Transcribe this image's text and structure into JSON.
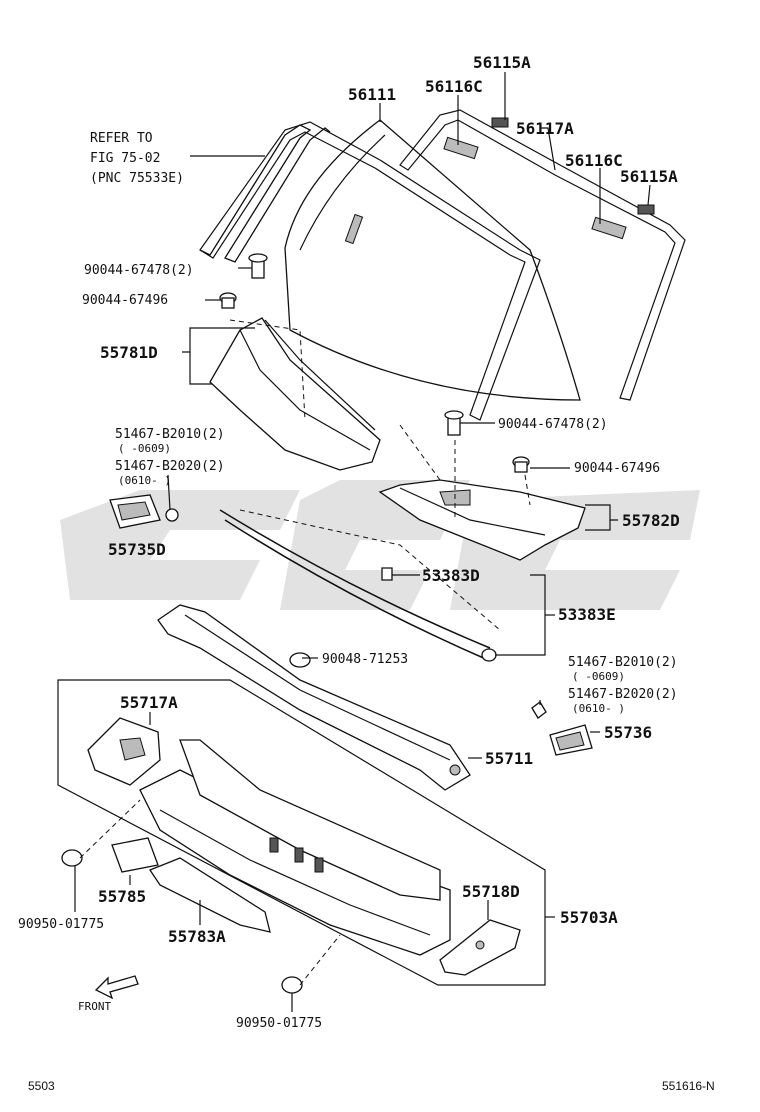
{
  "labels": {
    "refer_line1": "REFER TO",
    "refer_line2": "FIG 75-02",
    "refer_line3": "(PNC 75533E)",
    "p56111": "56111",
    "p56116C_a": "56116C",
    "p56115A_a": "56115A",
    "p56117A": "56117A",
    "p56116C_b": "56116C",
    "p56115A_b": "56115A",
    "p90044_67478_a": "90044-67478(2)",
    "p90044_67496_a": "90044-67496",
    "p55781D": "55781D",
    "p90044_67478_b": "90044-67478(2)",
    "p90044_67496_b": "90044-67496",
    "p51467_B2010_a": "51467-B2010(2)",
    "p0609_a": "( -0609)",
    "p51467_B2020_a": "51467-B2020(2)",
    "p0610_a": "(0610- )",
    "p55735D": "55735D",
    "p55782D": "55782D",
    "p53383D": "53383D",
    "p53383E": "53383E",
    "p90048_71253": "90048-71253",
    "p51467_B2010_b": "51467-B2010(2)",
    "p0609_b": "( -0609)",
    "p51467_B2020_b": "51467-B2020(2)",
    "p0610_b": "(0610- )",
    "p55736": "55736",
    "p55717A": "55717A",
    "p55711": "55711",
    "p55785": "55785",
    "p90950_01775_a": "90950-01775",
    "p55783A": "55783A",
    "p55718D": "55718D",
    "p55703A": "55703A",
    "p90950_01775_b": "90950-01775",
    "front": "FRONT",
    "page_left": "5503",
    "page_right": "551616-N"
  }
}
